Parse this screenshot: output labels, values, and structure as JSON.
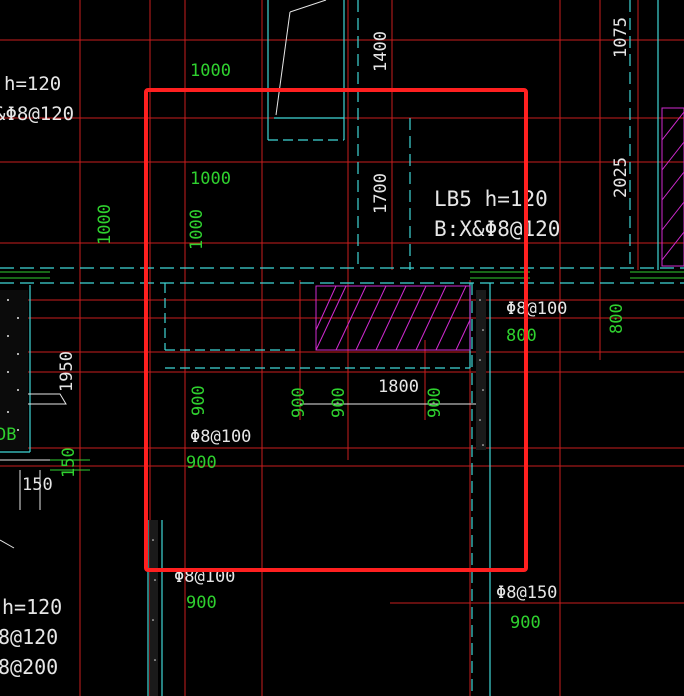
{
  "colors": {
    "background": "#000000",
    "redline": "#c81e1e",
    "cyan": "#3fd6d6",
    "white": "#e6e6e6",
    "green": "#2fd12f",
    "magenta": "#d02ad0",
    "selection": "#ff2020"
  },
  "labels": {
    "top_left_h": "h=120",
    "top_left_rebar": "&Φ8@120",
    "dim_1000_a": "1000",
    "dim_1000_b": "1000",
    "dim_1000_c": "1000",
    "dim_1000_d": "1000",
    "dim_1400": "1400",
    "dim_1700": "1700",
    "dim_1075": "1075",
    "dim_2025": "2025",
    "lb5_title": "LB5  h=120",
    "lb5_rebar": "B:X&Φ8@120",
    "rebar_r_top": "Φ8@100",
    "dim_800_green": "800",
    "dim_800_green_r": "800",
    "dim_1950": "1950",
    "dim_1800": "1800",
    "dim_900_a": "900",
    "dim_900_b": "900",
    "dim_900_c": "900",
    "dim_900_d": "900",
    "rebar_mid": "Φ8@100",
    "dim_900_mid": "900",
    "dim_150_a": "150",
    "dim_150_b": "150",
    "left_dB": "DB",
    "rebar_bottom": "Φ8@100",
    "dim_900_bottom": "900",
    "rebar_br": "Φ8@150",
    "dim_900_br": "900",
    "bl_h": "h=120",
    "bl_rebar1": "8@120",
    "bl_rebar2": "8@200"
  }
}
